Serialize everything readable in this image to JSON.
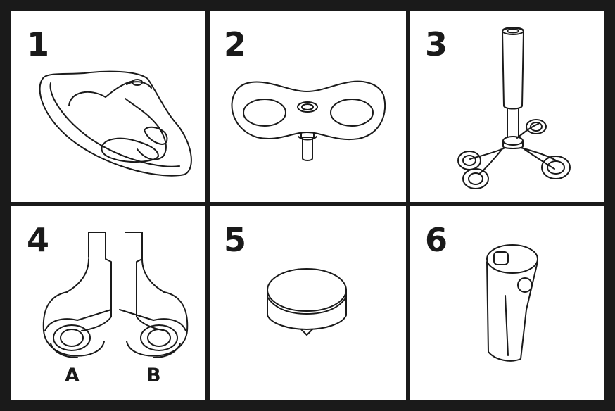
{
  "panels": [
    {
      "number": "1",
      "part": "seat"
    },
    {
      "number": "2",
      "part": "seat-base"
    },
    {
      "number": "3",
      "part": "handle-with-wheel-base"
    },
    {
      "number": "4",
      "part": "caster-wheels",
      "labels": [
        "A",
        "B"
      ]
    },
    {
      "number": "5",
      "part": "cap"
    },
    {
      "number": "6",
      "part": "post-sleeve"
    }
  ]
}
